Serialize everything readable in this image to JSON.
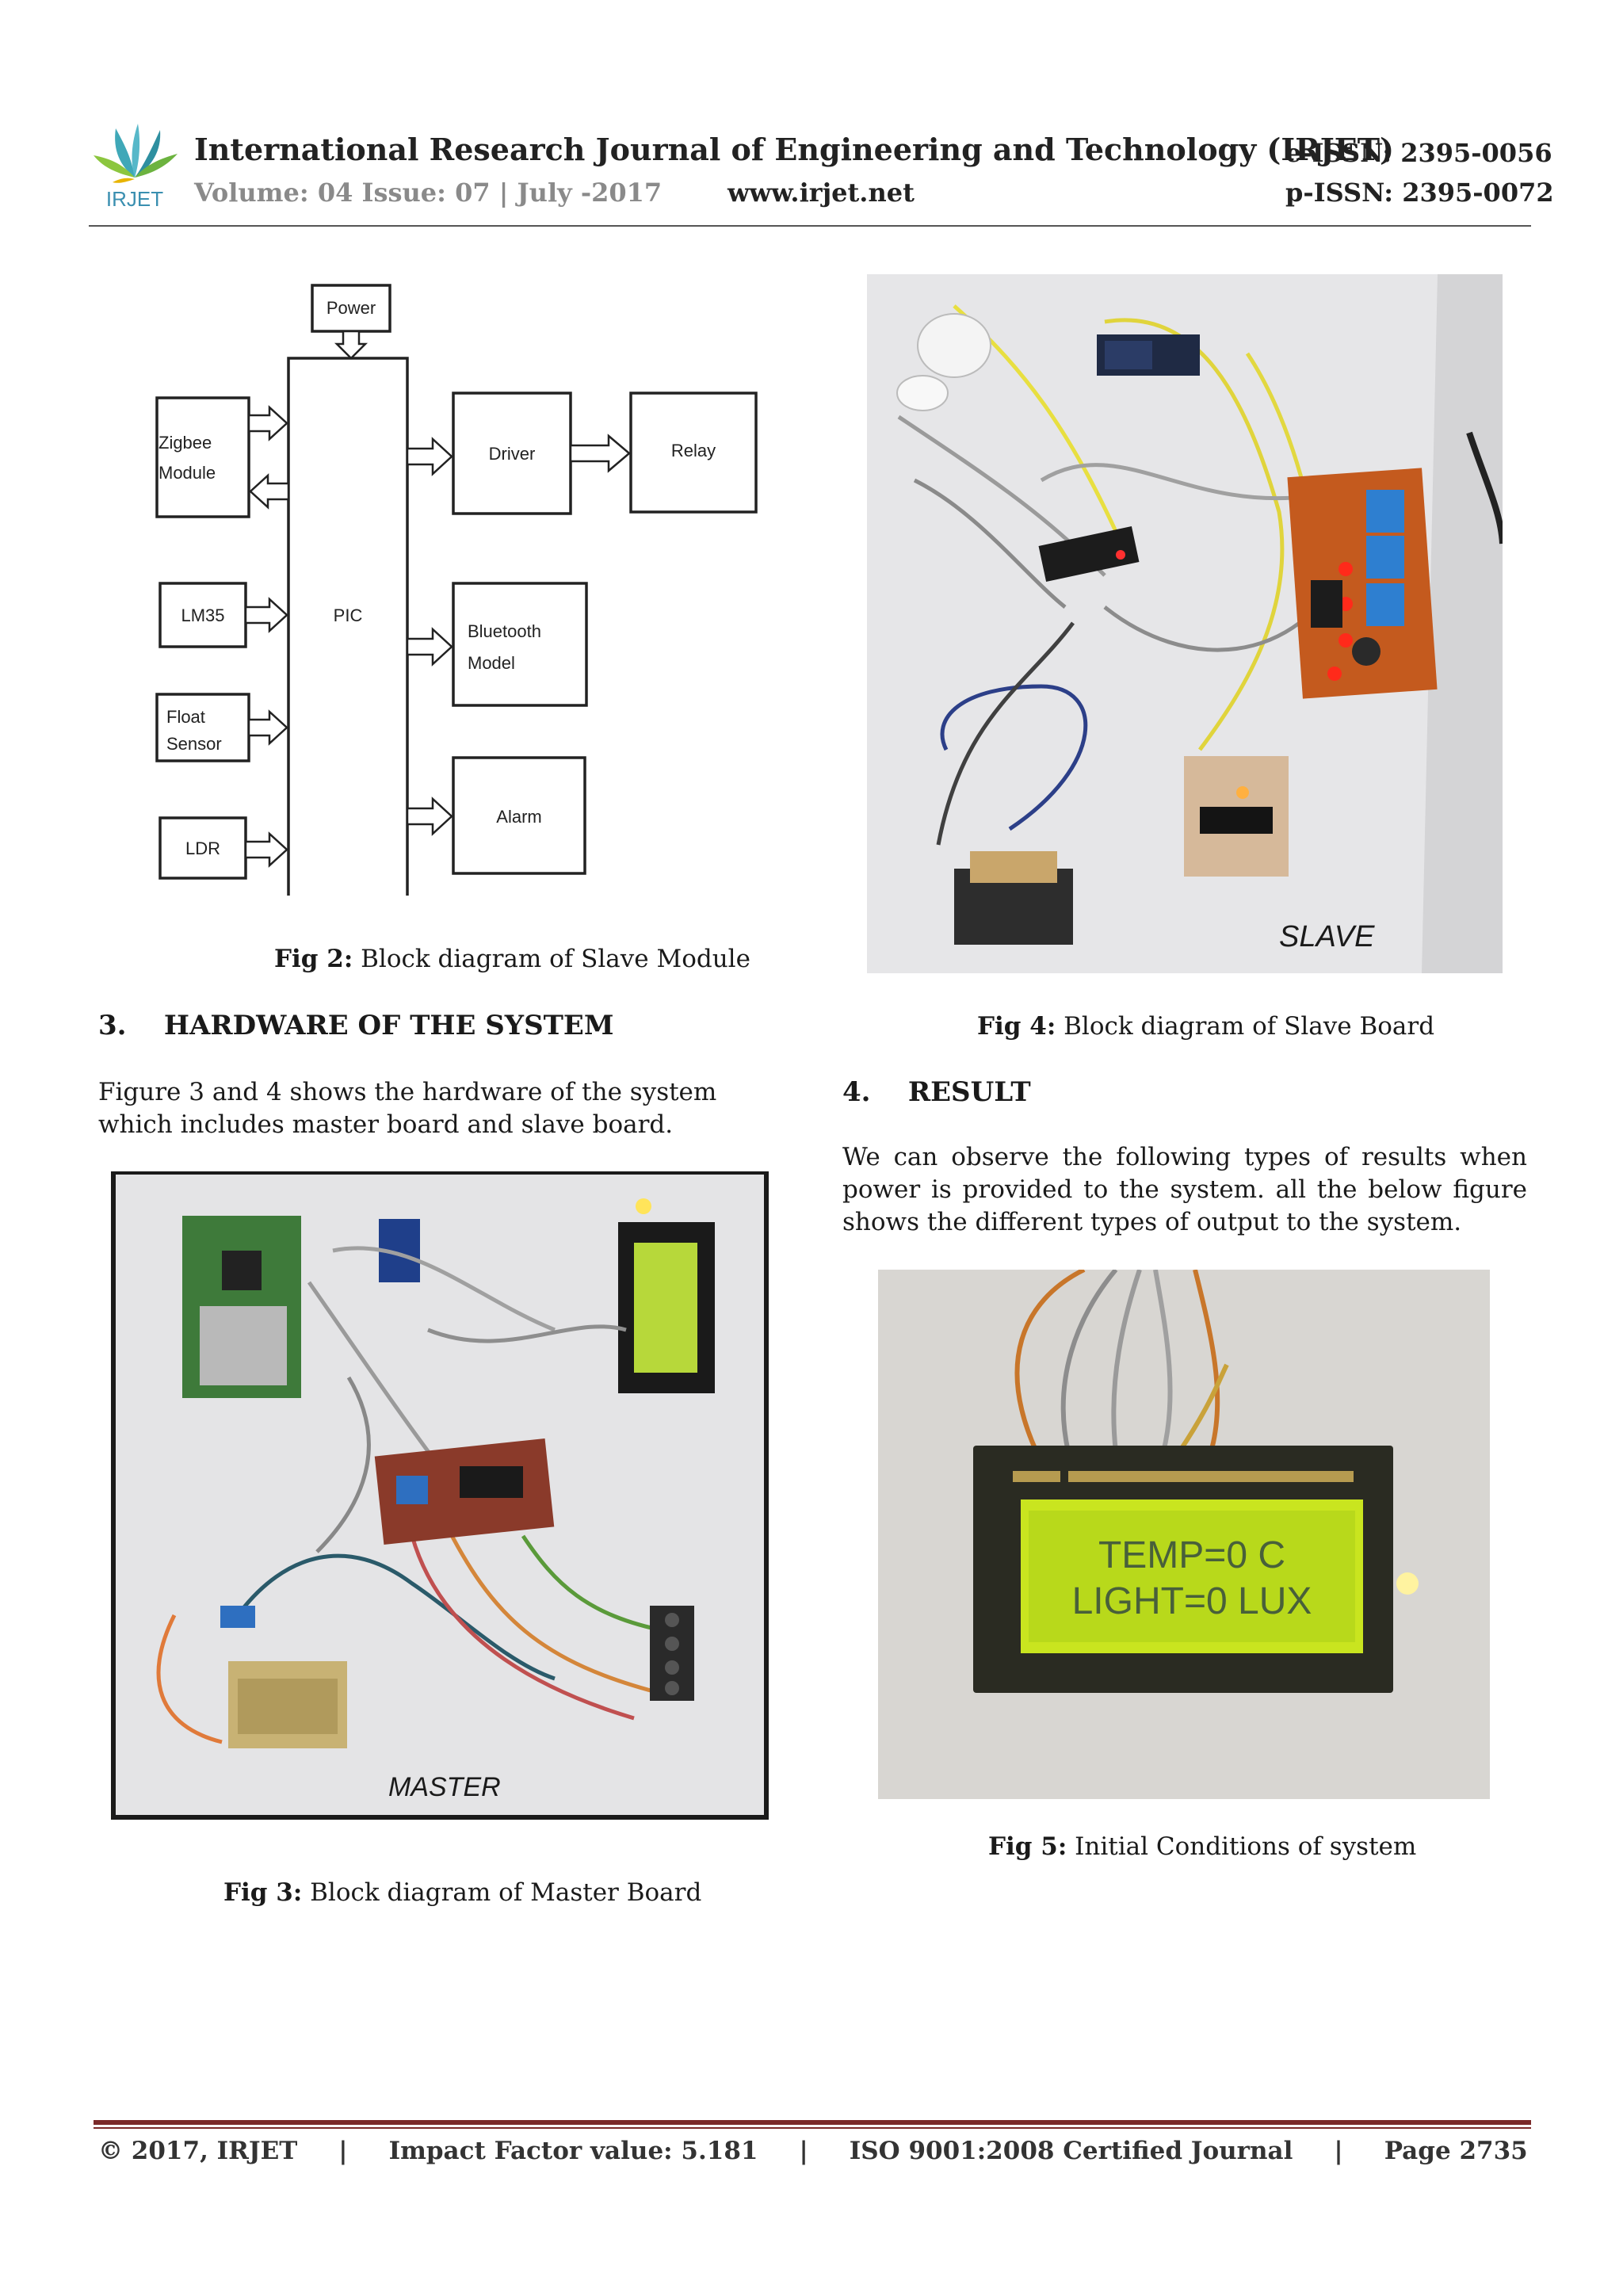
{
  "header": {
    "logo_text": "IRJET",
    "journal_title": "International Research Journal of Engineering and Technology (IRJET)",
    "e_issn": "e-ISSN: 2395-0056",
    "volume": "Volume: 04 Issue: 07 | July -2017",
    "website": "www.irjet.net",
    "p_issn": "p-ISSN: 2395-0072"
  },
  "fig2": {
    "blocks": {
      "power": "Power",
      "zigbee_line1": "Zigbee",
      "zigbee_line2": "Module",
      "lm35": "LM35",
      "float_line1": "Float",
      "float_line2": "Sensor",
      "ldr": "LDR",
      "pic": "PIC",
      "driver": "Driver",
      "relay": "Relay",
      "bluetooth_line1": "Bluetooth",
      "bluetooth_line2": "Model",
      "alarm": "Alarm"
    },
    "caption_label": "Fig 2:",
    "caption_text": " Block diagram of Slave Module"
  },
  "fig4": {
    "photo_label": "SLAVE",
    "caption_label": "Fig 4:",
    "caption_text": " Block diagram of Slave Board"
  },
  "section3": {
    "heading": "3.    HARDWARE OF THE SYSTEM",
    "text": "Figure 3 and 4 shows the hardware of the system which includes master board and slave board."
  },
  "fig3": {
    "photo_label": "MASTER",
    "caption_label": "Fig 3:",
    "caption_text": " Block diagram of Master Board"
  },
  "section4": {
    "heading": "4.    RESULT",
    "text": "We can observe the following types of results when power is provided to the system. all the below figure shows the different types of output to the system."
  },
  "fig5": {
    "lcd_line1": "TEMP=0 C",
    "lcd_line2": "LIGHT=0 LUX",
    "caption_label": "Fig 5:",
    "caption_text": " Initial Conditions of system"
  },
  "footer": {
    "copyright": "© 2017, IRJET",
    "impact": "Impact Factor value: 5.181",
    "iso": "ISO 9001:2008 Certified Journal",
    "page": "Page 2735"
  }
}
